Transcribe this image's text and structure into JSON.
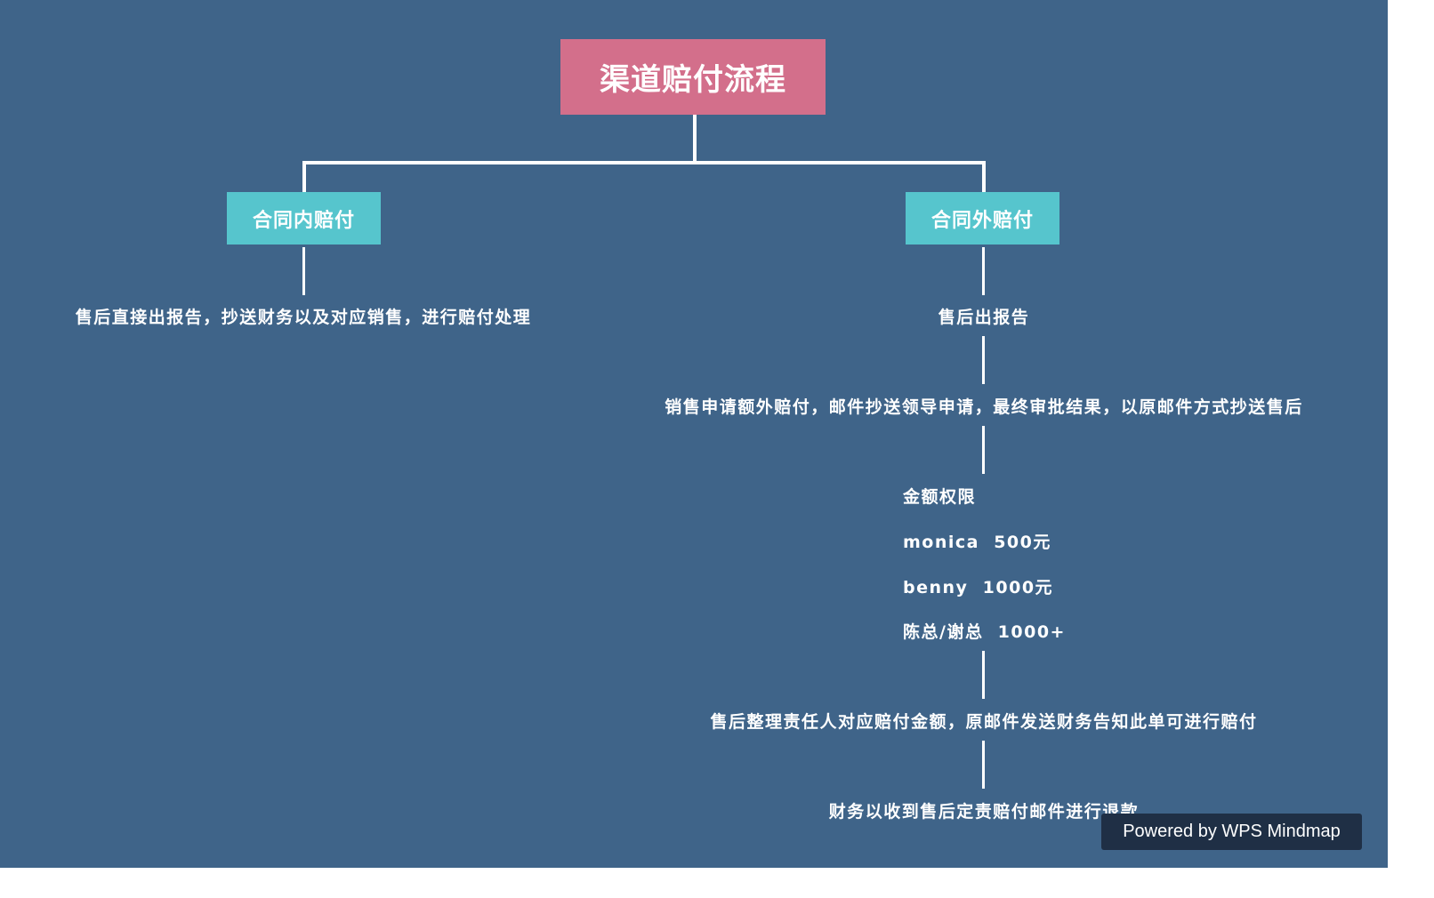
{
  "root": {
    "label": "渠道赔付流程",
    "color": "#d36f8b"
  },
  "branches": [
    {
      "label": "合同内赔付",
      "color": "#56c5cd",
      "steps": [
        "售后直接出报告，抄送财务以及对应销售，进行赔付处理"
      ]
    },
    {
      "label": "合同外赔付",
      "color": "#56c5cd",
      "steps": [
        "售后出报告",
        "销售申请额外赔付，邮件抄送领导申请，最终审批结果，以原邮件方式抄送售后",
        {
          "title": "金额权限",
          "lines": [
            "monica  500元",
            "benny  1000元",
            "陈总/谢总  1000+"
          ]
        },
        "售后整理责任人对应赔付金额，原邮件发送财务告知此单可进行赔付",
        "财务以收到售后定责赔付邮件进行退款"
      ]
    }
  ],
  "watermark": "Powered by WPS Mindmap",
  "colors": {
    "background": "#3f6489",
    "connector": "#ffffff",
    "watermark_bg": "#1f2f45"
  }
}
